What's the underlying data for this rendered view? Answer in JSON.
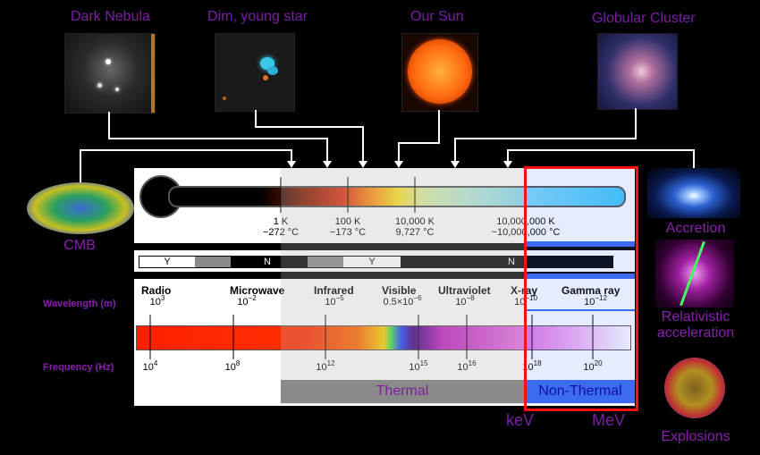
{
  "top_images": [
    {
      "title": "Dark Nebula"
    },
    {
      "title": "Dim, young star"
    },
    {
      "title": "Our Sun"
    },
    {
      "title": "Globular Cluster"
    }
  ],
  "left_image": {
    "title": "CMB"
  },
  "right_images": [
    {
      "title": "Accretion"
    },
    {
      "title": "Relativistic acceleration"
    },
    {
      "title": "Explosions"
    }
  ],
  "thermometer": {
    "labels": [
      {
        "k": "1 K",
        "c": "−272 °C"
      },
      {
        "k": "100 K",
        "c": "−173 °C"
      },
      {
        "k": "10,000 K",
        "c": "9,727 °C"
      },
      {
        "k": "10,000,000 K",
        "c": "~10,000,000 °C"
      }
    ]
  },
  "penetration_bar": {
    "y1": "Y",
    "n1": "N",
    "y2": "Y",
    "n2": "N"
  },
  "axes": {
    "wavelength": "Wavelength (m)",
    "frequency": "Frequency (Hz)"
  },
  "bands": [
    "Radio",
    "Microwave",
    "Infrared",
    "Visible",
    "Ultraviolet",
    "X-ray",
    "Gamma ray"
  ],
  "wavelength_ticks": [
    {
      "base": "10",
      "exp": "3"
    },
    {
      "base": "10",
      "exp": "−2"
    },
    {
      "base": "10",
      "exp": "−5"
    },
    {
      "base": "0.5×10",
      "exp": "−6"
    },
    {
      "base": "10",
      "exp": "−8"
    },
    {
      "base": "10",
      "exp": "−10"
    },
    {
      "base": "10",
      "exp": "−12"
    }
  ],
  "frequency_ticks": [
    {
      "base": "10",
      "exp": "4"
    },
    {
      "base": "10",
      "exp": "8"
    },
    {
      "base": "10",
      "exp": "12"
    },
    {
      "base": "10",
      "exp": "15"
    },
    {
      "base": "10",
      "exp": "16"
    },
    {
      "base": "10",
      "exp": "18"
    },
    {
      "base": "10",
      "exp": "20"
    }
  ],
  "regions": {
    "thermal": "Thermal",
    "non_thermal": "Non-Thermal",
    "kev": "keV",
    "mev": "MeV"
  },
  "colors": {
    "title_purple": "#7a1fa2",
    "highlight_red": "#ff1010",
    "nonthermal_blue": "#3b6cf0"
  }
}
